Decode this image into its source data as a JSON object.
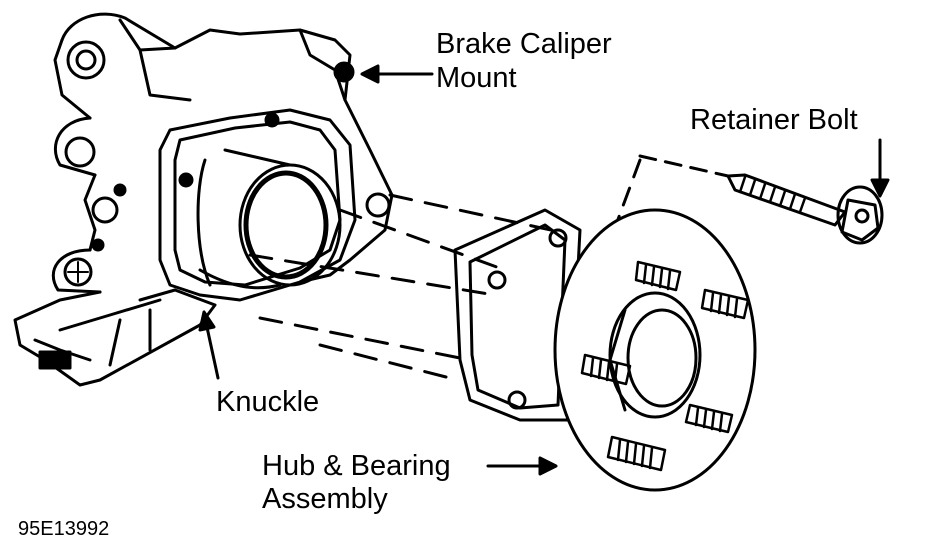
{
  "labels": {
    "caliper_mount_line1": "Brake Caliper",
    "caliper_mount_line2": "Mount",
    "retainer_bolt": "Retainer Bolt",
    "knuckle": "Knuckle",
    "hub_line1": "Hub & Bearing",
    "hub_line2": "Assembly"
  },
  "figure_code": "95E13992",
  "colors": {
    "ink": "#000000",
    "paper": "#ffffff"
  }
}
